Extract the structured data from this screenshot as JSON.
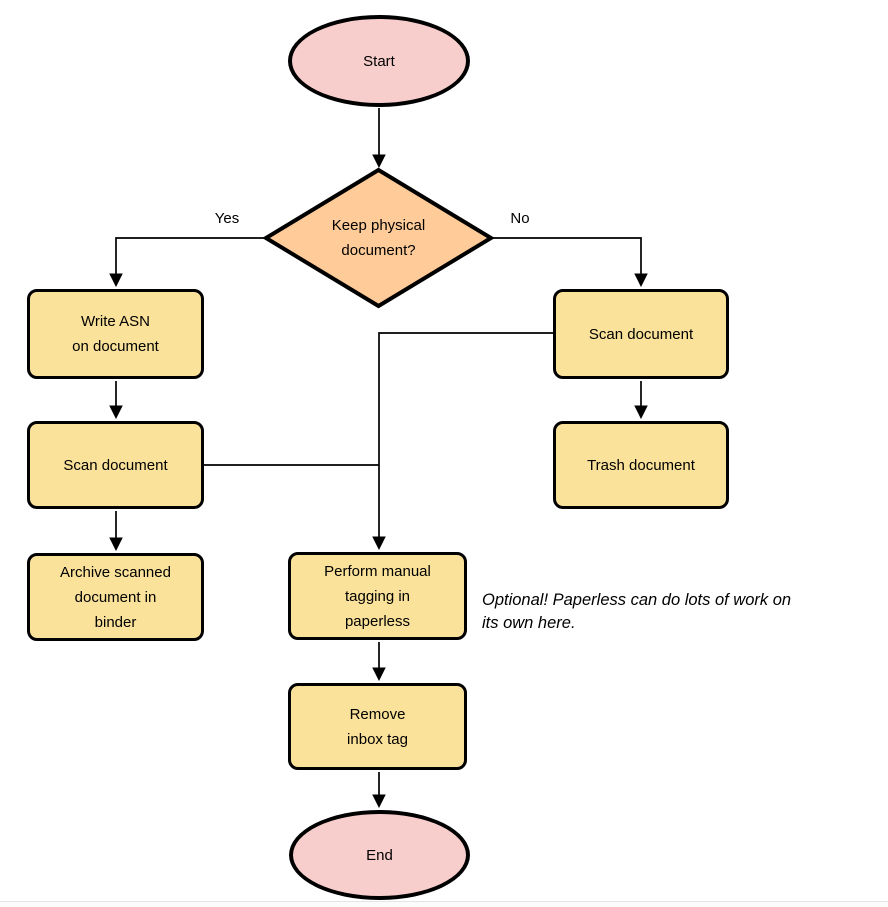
{
  "diagram": {
    "type": "flowchart",
    "background": "#ffffff"
  },
  "colors": {
    "terminal_fill": "#F8CECC",
    "decision_fill": "#FFCC99",
    "process_fill": "#FAE29B",
    "stroke": "#000000"
  },
  "nodes": {
    "start": {
      "label": "Start",
      "shape": "ellipse"
    },
    "decision": {
      "label": [
        "Keep physical",
        "document?"
      ],
      "shape": "diamond"
    },
    "write_asn": {
      "label": [
        "Write ASN",
        "on document"
      ],
      "shape": "rect"
    },
    "scan_left": {
      "label": "Scan document",
      "shape": "rect"
    },
    "archive": {
      "label": [
        "Archive scanned",
        "document in",
        "binder"
      ],
      "shape": "rect"
    },
    "scan_right": {
      "label": "Scan document",
      "shape": "rect"
    },
    "trash": {
      "label": "Trash document",
      "shape": "rect"
    },
    "tagging": {
      "label": [
        "Perform manual",
        "tagging in",
        "paperless"
      ],
      "shape": "rect"
    },
    "remove_inbox": {
      "label": [
        "Remove",
        "inbox tag"
      ],
      "shape": "rect"
    },
    "end": {
      "label": "End",
      "shape": "ellipse"
    }
  },
  "edge_labels": {
    "yes": "Yes",
    "no": "No"
  },
  "annotation": {
    "text": [
      "Optional! Paperless can do lots of work on",
      "its own here."
    ]
  }
}
